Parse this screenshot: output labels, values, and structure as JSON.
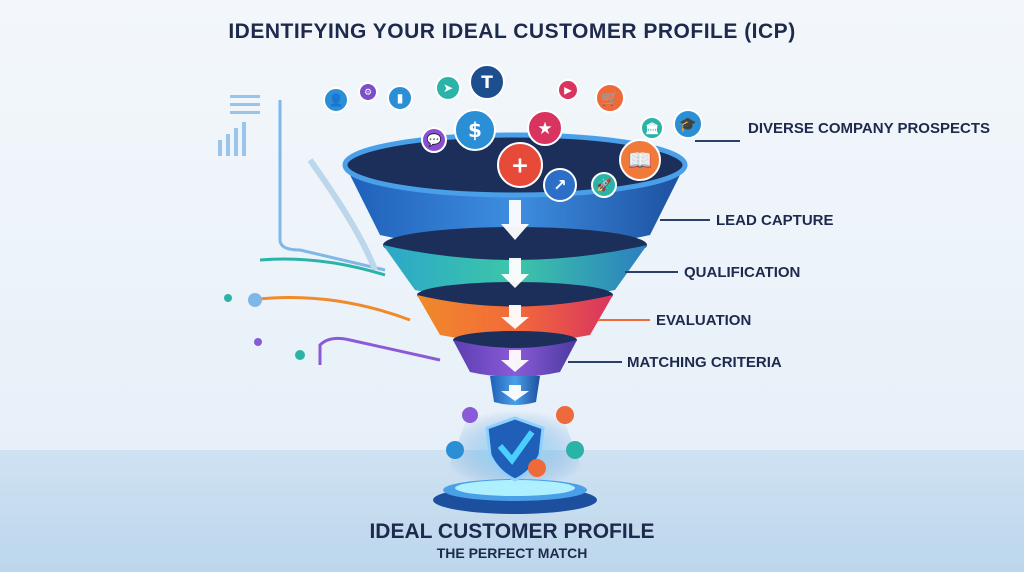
{
  "title": "IDENTIFYING YOUR IDEAL CUSTOMER PROFILE (ICP)",
  "stages": [
    {
      "label": "DIVERSE COMPANY PROSPECTS",
      "color": "#2f6fc9"
    },
    {
      "label": "LEAD CAPTURE",
      "color": "#3a8fd0"
    },
    {
      "label": "QUALIFICATION",
      "color": "#2bb3a8"
    },
    {
      "label": "EVALUATION",
      "color": "#ef6a3a"
    },
    {
      "label": "MATCHING CRITERIA",
      "color": "#7a4fc9"
    }
  ],
  "result": {
    "title": "IDEAL CUSTOMER PROFILE",
    "subtitle": "THE PERFECT MATCH"
  },
  "icons": [
    {
      "name": "user-icon",
      "color": "#2b8fd6",
      "glyph": "👤"
    },
    {
      "name": "gear-icon",
      "color": "#7a4fc9",
      "glyph": "⚙"
    },
    {
      "name": "chart-icon",
      "color": "#2b8fd6",
      "glyph": "▮"
    },
    {
      "name": "send-icon",
      "color": "#2bb3a8",
      "glyph": "➤"
    },
    {
      "name": "logo-t-icon",
      "color": "#1d4f8f",
      "glyph": "T"
    },
    {
      "name": "play-icon",
      "color": "#d9345f",
      "glyph": "▶"
    },
    {
      "name": "cart-icon",
      "color": "#ef6a3a",
      "glyph": "🛒"
    },
    {
      "name": "chat-icon",
      "color": "#8a4fd0",
      "glyph": "💬"
    },
    {
      "name": "dollar-icon",
      "color": "#2b8fd6",
      "glyph": "$"
    },
    {
      "name": "plus-icon",
      "color": "#e84a3a",
      "glyph": "+"
    },
    {
      "name": "growth-chart-icon",
      "color": "#2b6fc9",
      "glyph": "↗"
    },
    {
      "name": "book-icon",
      "color": "#ef7a3a",
      "glyph": "📖"
    },
    {
      "name": "rocket-icon",
      "color": "#2bb3a8",
      "glyph": "🚀"
    },
    {
      "name": "graduation-icon",
      "color": "#2b8fd6",
      "glyph": "🎓"
    },
    {
      "name": "bank-icon",
      "color": "#2bb3a8",
      "glyph": "🏛"
    },
    {
      "name": "badge-icon",
      "color": "#d9345f",
      "glyph": "★"
    }
  ]
}
